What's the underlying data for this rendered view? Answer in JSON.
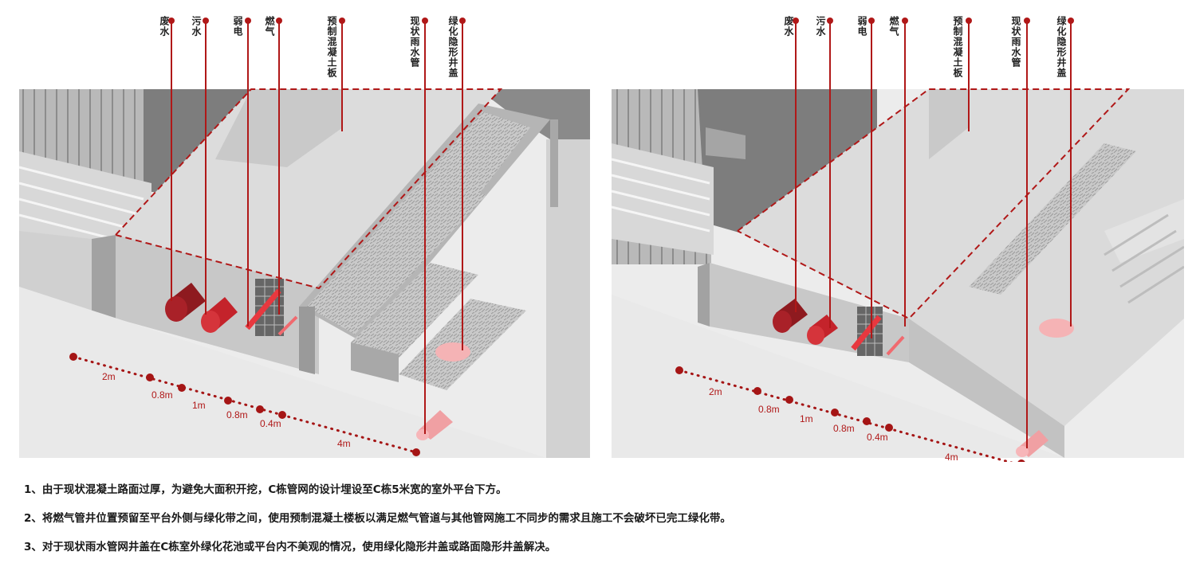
{
  "left_panel": {
    "labels": [
      "废水",
      "污水",
      "弱电",
      "燃气",
      "预制混凝土板",
      "现状雨水管",
      "绿化隐形井盖"
    ],
    "dimensions": [
      "2m",
      "0.8m",
      "1m",
      "0.8m",
      "0.4m",
      "4m"
    ]
  },
  "right_panel": {
    "labels": [
      "废水",
      "污水",
      "弱电",
      "燃气",
      "预制混凝土板",
      "现状雨水管",
      "绿化隐形井盖"
    ],
    "dimensions": [
      "2m",
      "0.8m",
      "1m",
      "0.8m",
      "0.4m",
      "4m"
    ]
  },
  "notes": [
    "1、由于现状混凝土路面过厚，为避免大面积开挖，C栋管网的设计埋设至C栋5米宽的室外平台下方。",
    "2、将燃气管井位置预留至平台外侧与绿化带之间，使用预制混凝土楼板以满足燃气管道与其他管网施工不同步的需求且施工不会破坏已完工绿化带。",
    "3、对于现状雨水管网井盖在C栋室外绿化花池或平台内不美观的情况，使用绿化隐形井盖或路面隐形井盖解决。"
  ],
  "colors": {
    "pipe_dark": "#8e1a1f",
    "pipe": "#c4232b",
    "gas": "#e8383f",
    "leader": "#b01818",
    "dim_dot": "#a51515"
  }
}
